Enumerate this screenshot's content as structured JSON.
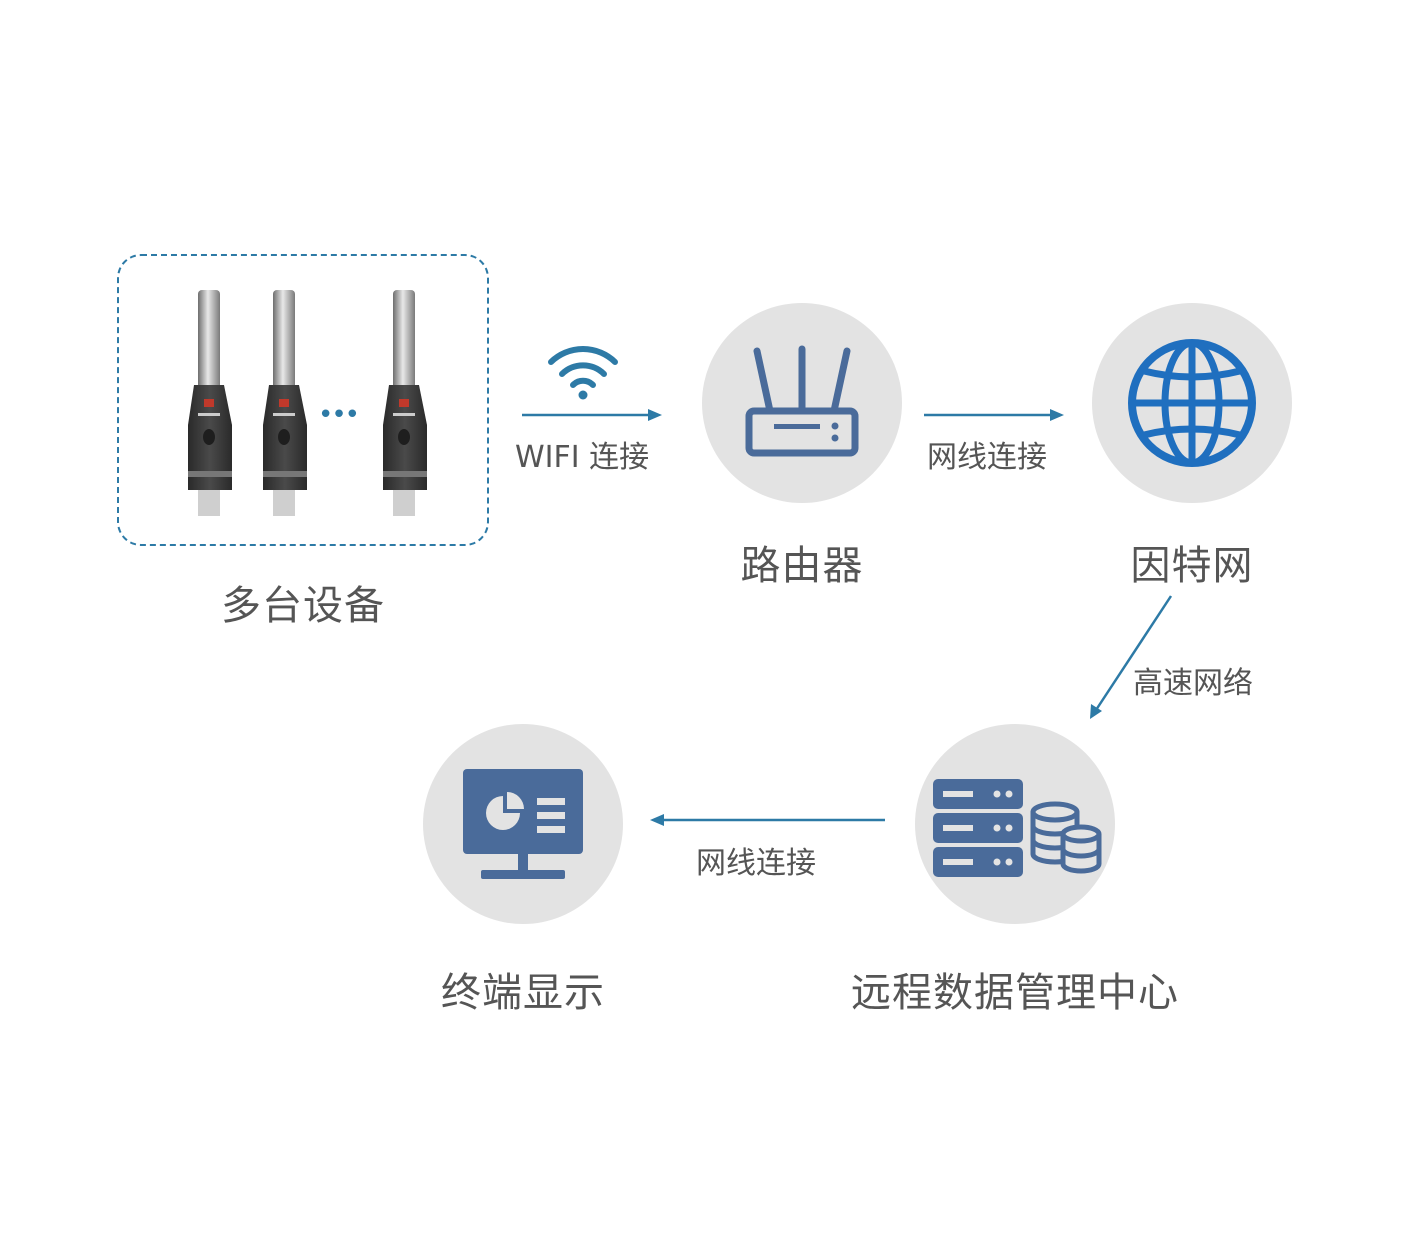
{
  "nodes": {
    "devices": {
      "label": "多台设备"
    },
    "router": {
      "label": "路由器"
    },
    "internet": {
      "label": "因特网"
    },
    "data_center": {
      "label": "远程数据管理中心"
    },
    "terminal": {
      "label": "终端显示"
    }
  },
  "edges": {
    "wifi": {
      "label": "WIFI 连接"
    },
    "router_to_internet": {
      "label": "网线连接"
    },
    "internet_to_center": {
      "label": "高速网络"
    },
    "center_to_terminal": {
      "label": "网线连接"
    }
  },
  "devices_ellipsis": "•••",
  "colors": {
    "icon_fill": "#4a6b9a",
    "arrow": "#2d7aa6",
    "circle_bg": "#e3e3e3",
    "globe": "#1f6fbf",
    "label": "#555555"
  },
  "icons": [
    "usb-sensor-icon",
    "wifi-icon",
    "router-icon",
    "globe-icon",
    "server-database-icon",
    "monitor-chart-icon"
  ]
}
